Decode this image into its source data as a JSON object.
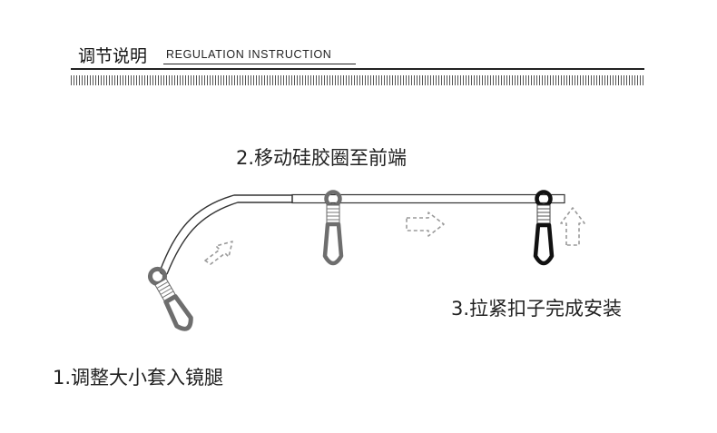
{
  "header": {
    "title": "调节说明",
    "subtitle": "REGULATION INSTRUCTION"
  },
  "steps": [
    {
      "label": "1.调整大小套入镜腿"
    },
    {
      "label": "2.移动硅胶圈至前端"
    },
    {
      "label": "3.拉紧扣子完成安装"
    }
  ],
  "colors": {
    "rubber_loop": "#6e6e6e",
    "final_loop": "#111111",
    "arrow": "#9a9a9a",
    "text": "#222222"
  }
}
